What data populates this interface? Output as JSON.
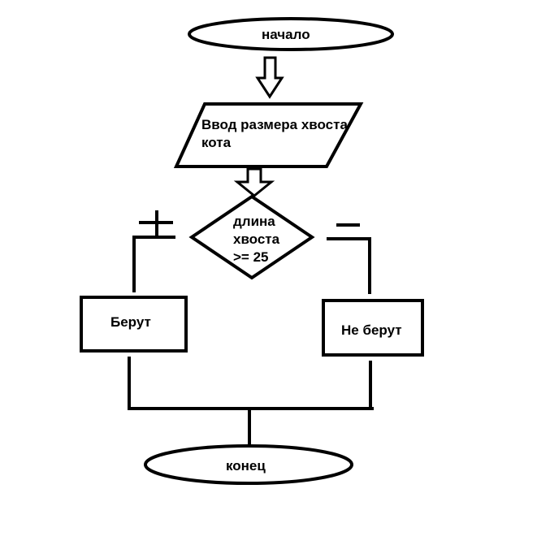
{
  "nodes": {
    "start": "начало",
    "input_line1": "Ввод размера хвоста",
    "input_line2": "кота",
    "decision_line1": "длина",
    "decision_line2": "хвоста",
    "decision_line3": ">= 25",
    "yes_branch": "Берут",
    "no_branch": "Не берут",
    "end": "конец"
  },
  "branch_marks": {
    "yes": "+",
    "no": "−"
  }
}
